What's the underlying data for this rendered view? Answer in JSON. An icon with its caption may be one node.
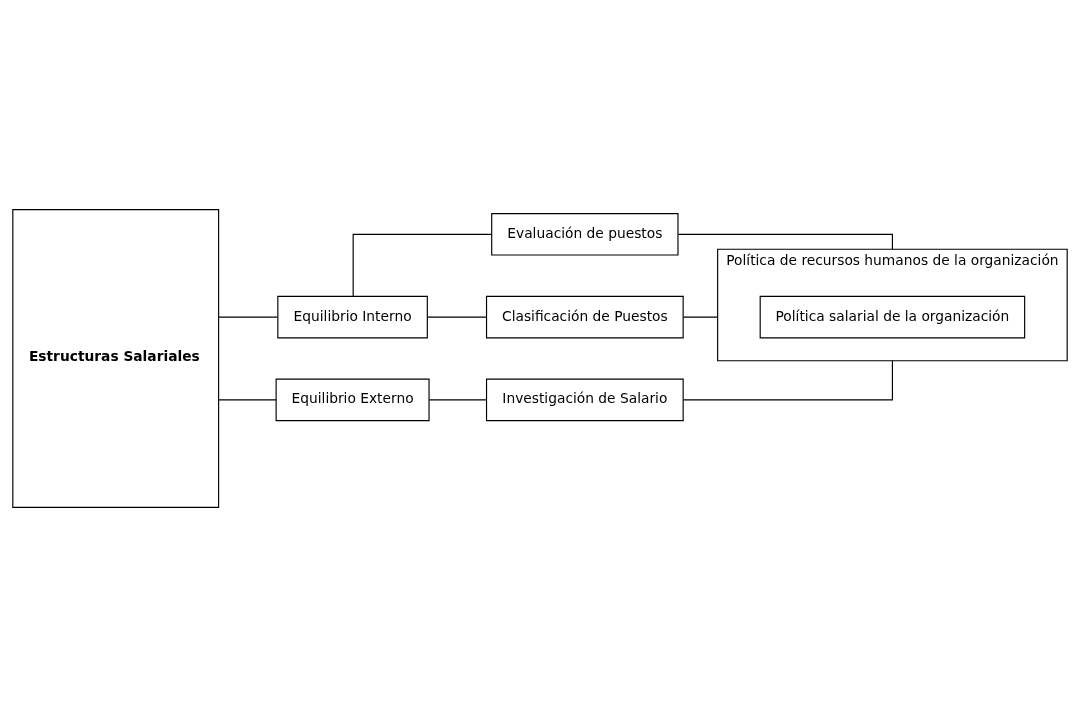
{
  "diagram": {
    "nodes": [
      {
        "text": [
          "Estructuras Salariales"
        ]
      },
      {
        "text": [
          "Equilibrio Interno"
        ]
      },
      {
        "text": [
          "Equilibrio Externo"
        ]
      },
      {
        "text": [
          "Evaluación de puestos"
        ]
      },
      {
        "text": [
          "Clasificación de Puestos"
        ]
      },
      {
        "text": [
          "Investigación de Salario"
        ]
      },
      {
        "text": [
          "Política de recursos humanos de la organización"
        ]
      },
      {
        "text": [
          "Política salarial de la organización"
        ],
        "in": 6
      }
    ],
    "edges": [
      {
        "from": 0,
        "to": 1,
        "arrow": "none"
      },
      {
        "from": 0,
        "to": 2,
        "arrow": "none"
      },
      {
        "from": 1,
        "to": 3,
        "arrow": "none"
      },
      {
        "from": 1,
        "to": 4,
        "arrow": "none"
      },
      {
        "from": 2,
        "to": 5,
        "arrow": "none"
      },
      {
        "from": 3,
        "to": 6,
        "arrow": "none"
      },
      {
        "from": 4,
        "to": 6,
        "arrow": "none"
      },
      {
        "from": 5,
        "to": 6,
        "arrow": "none"
      }
    ]
  }
}
